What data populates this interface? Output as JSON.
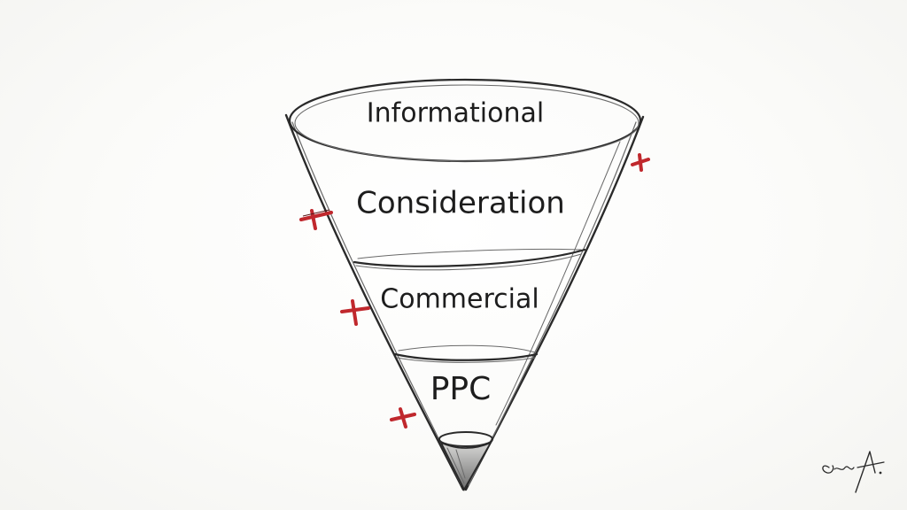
{
  "diagram": {
    "stages": [
      {
        "label": "Informational"
      },
      {
        "label": "Consideration"
      },
      {
        "label": "Commercial"
      },
      {
        "label": "PPC"
      }
    ],
    "signature": "Gerrra A.",
    "colors": {
      "ink": "#2a2a2a",
      "accent_marks": "#c0282d",
      "background": "#fbfbf9"
    }
  }
}
